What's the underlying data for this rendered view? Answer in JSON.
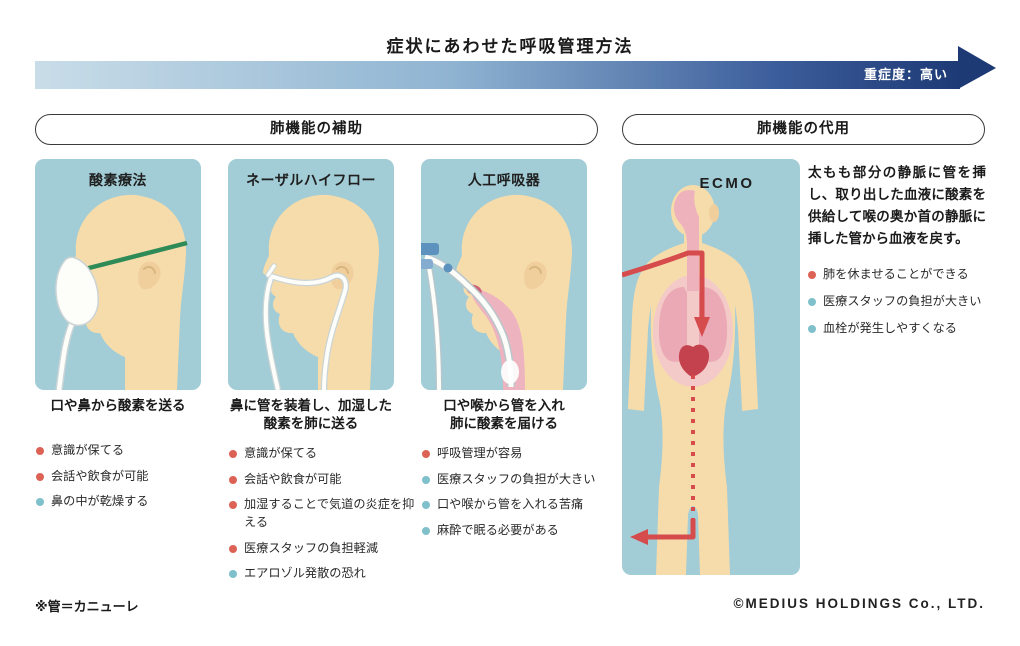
{
  "title": "症状にあわせた呼吸管理方法",
  "severity_bar": {
    "label": "重症度：高い"
  },
  "sections": {
    "support": "肺機能の補助",
    "substitute": "肺機能の代用"
  },
  "methods": [
    {
      "name": "酸素療法",
      "caption": "口や鼻から酸素を送る",
      "points": [
        {
          "type": "pro",
          "text": "意識が保てる"
        },
        {
          "type": "pro",
          "text": "会話や飲食が可能"
        },
        {
          "type": "con",
          "text": "鼻の中が乾燥する"
        }
      ]
    },
    {
      "name": "ネーザルハイフロー",
      "caption": "鼻に管を装着し、加湿した\n酸素を肺に送る",
      "points": [
        {
          "type": "pro",
          "text": "意識が保てる"
        },
        {
          "type": "pro",
          "text": "会話や飲食が可能"
        },
        {
          "type": "pro",
          "text": "加湿することで気道の炎症を抑える"
        },
        {
          "type": "pro",
          "text": "医療スタッフの負担軽減"
        },
        {
          "type": "con",
          "text": "エアロゾル発散の恐れ"
        }
      ]
    },
    {
      "name": "人工呼吸器",
      "caption": "口や喉から管を入れ\n肺に酸素を届ける",
      "points": [
        {
          "type": "pro",
          "text": "呼吸管理が容易"
        },
        {
          "type": "con",
          "text": "医療スタッフの負担が大きい"
        },
        {
          "type": "con",
          "text": "口や喉から管を入れる苦痛"
        },
        {
          "type": "con",
          "text": "麻酔で眠る必要がある"
        }
      ]
    },
    {
      "name": "ECMO",
      "description": "太もも部分の静脈に管を挿し、取り出した血液に酸素を供給して喉の奥か首の静脈に挿した管から血液を戻す。",
      "points": [
        {
          "type": "pro",
          "text": "肺を休ませることができる"
        },
        {
          "type": "con",
          "text": "医療スタッフの負担が大きい"
        },
        {
          "type": "con",
          "text": "血栓が発生しやすくなる"
        }
      ]
    }
  ],
  "footnote": "※管＝カニューレ",
  "copyright": "©MEDIUS HOLDINGS Co., LTD.",
  "colors": {
    "pro_bullet": "#dd6256",
    "con_bullet": "#7fc0ca",
    "panel_background": "#a2ccd6",
    "bar_gradient_start": "#c9dde8",
    "bar_gradient_end": "#1d3a75",
    "skin": "#f6dcab",
    "circuit_red": "#d64b4b"
  }
}
